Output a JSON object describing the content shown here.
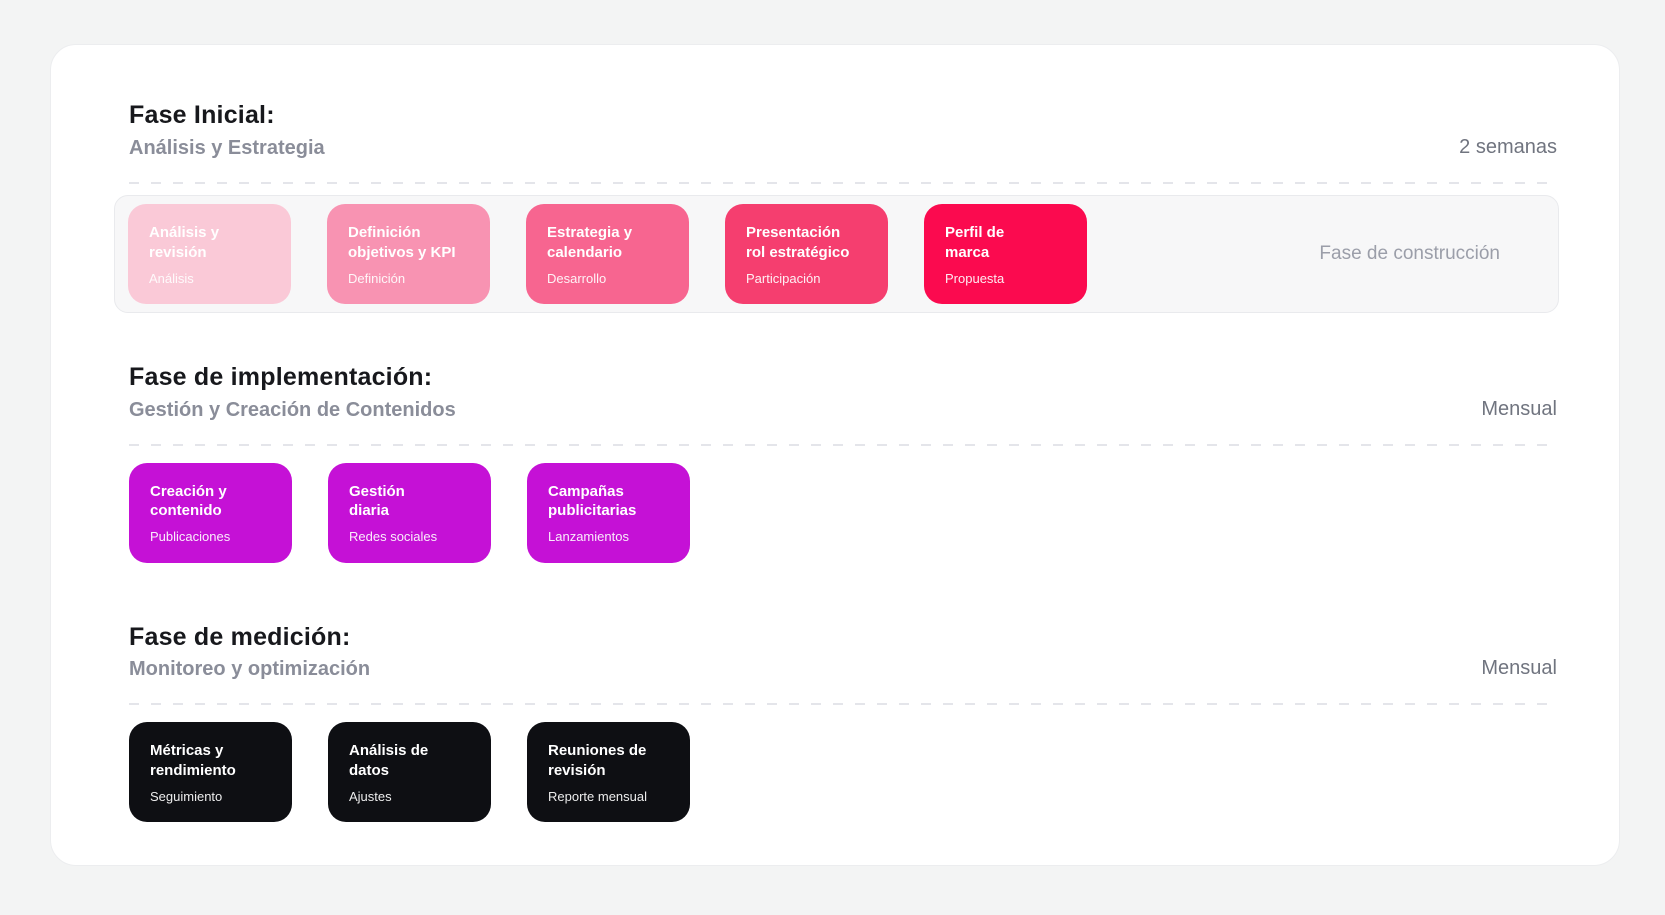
{
  "colors": {
    "page_bg": "#F3F4F4",
    "panel_bg": "#FFFFFF",
    "panel_border": "#ECEDEF",
    "track_bg": "#F7F7F8",
    "track_border": "#E9EAED",
    "dash_color": "#E4E5EA",
    "section_title": "#17181C",
    "section_subtitle": "#8A8D99",
    "meta_text": "#70747F",
    "track_label_text": "#9B9EA9",
    "card_text": "#FFFFFF"
  },
  "sections": [
    {
      "title": "Fase Inicial:",
      "subtitle": "Análisis y Estrategia",
      "duration": "2 semanas",
      "track_label": "Fase de construcción",
      "cards": [
        {
          "title": "Análisis y\nrevisión",
          "subtitle": "Análisis",
          "color": "#FAC9D7"
        },
        {
          "title": "Definición\nobjetivos y KPI",
          "subtitle": "Definición",
          "color": "#F893B2"
        },
        {
          "title": "Estrategia y\ncalendario",
          "subtitle": "Desarrollo",
          "color": "#F76590"
        },
        {
          "title": "Presentación\nrol estratégico",
          "subtitle": "Participación",
          "color": "#F53E6F"
        },
        {
          "title": "Perfil de\nmarca",
          "subtitle": "Propuesta",
          "color": "#FB0A4F"
        }
      ]
    },
    {
      "title": "Fase de implementación:",
      "subtitle": "Gestión y Creación de Contenidos",
      "duration": "Mensual",
      "cards": [
        {
          "title": "Creación y\ncontenido",
          "subtitle": "Publicaciones",
          "color": "#C511D6"
        },
        {
          "title": "Gestión\ndiaria",
          "subtitle": "Redes sociales",
          "color": "#C511D6"
        },
        {
          "title": "Campañas\npublicitarias",
          "subtitle": "Lanzamientos",
          "color": "#C511D6"
        }
      ]
    },
    {
      "title": "Fase de medición:",
      "subtitle": "Monitoreo y optimización",
      "duration": "Mensual",
      "cards": [
        {
          "title": "Métricas y\nrendimiento",
          "subtitle": "Seguimiento",
          "color": "#0E0F13"
        },
        {
          "title": "Análisis de\ndatos",
          "subtitle": "Ajustes",
          "color": "#0E0F13"
        },
        {
          "title": "Reuniones de\nrevisión",
          "subtitle": "Reporte mensual",
          "color": "#0E0F13"
        }
      ]
    }
  ]
}
